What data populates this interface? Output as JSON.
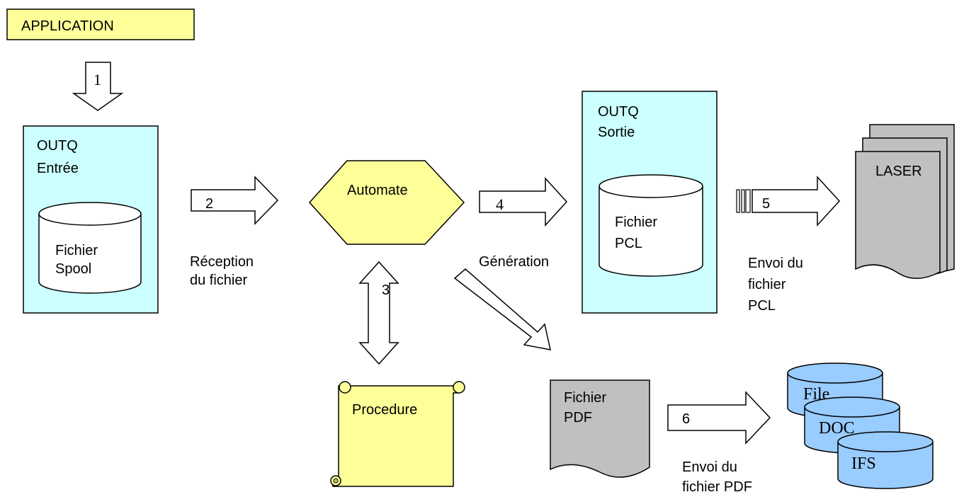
{
  "labels": {
    "application": "APPLICATION",
    "outq_in_line1": "OUTQ",
    "outq_in_line2": "Entrée",
    "spool_line1": "Fichier",
    "spool_line2": "Spool",
    "automate": "Automate",
    "reception_line1": "Réception",
    "reception_line2": "du fichier",
    "generation": "Génération",
    "outq_out_line1": "OUTQ",
    "outq_out_line2": "Sortie",
    "pcl_line1": "Fichier",
    "pcl_line2": "PCL",
    "laser": "LASER",
    "envoi_pcl_line1": "Envoi du",
    "envoi_pcl_line2": "fichier",
    "envoi_pcl_line3": "PCL",
    "procedure": "Procedure",
    "pdf_line1": "Fichier",
    "pdf_line2": "PDF",
    "envoi_pdf_line1": "Envoi du",
    "envoi_pdf_line2": "fichier PDF",
    "db_file": "File",
    "db_doc": "DOC",
    "db_ifs": "IFS"
  },
  "steps": {
    "s1": "1",
    "s2": "2",
    "s3": "3",
    "s4": "4",
    "s5": "5",
    "s6": "6"
  },
  "colors": {
    "application_fill": "#ffff99",
    "outq_fill": "#ccffff",
    "automate_fill": "#ffff99",
    "procedure_fill": "#ffff99",
    "document_fill": "#c0c0c0",
    "database_fill": "#99ccff"
  }
}
